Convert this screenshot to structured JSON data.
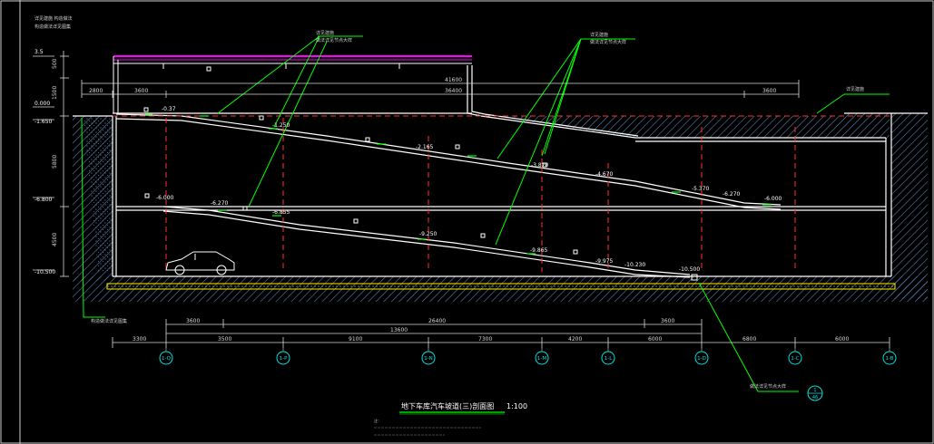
{
  "drawing": {
    "title": "地下车库汽车坡道(三)剖面图",
    "scale": "1:100",
    "detail_ref": {
      "top": "1",
      "bottom": "46"
    }
  },
  "elevations": {
    "left": [
      "3.5",
      "0.000",
      "-1.650",
      "-6.800",
      "-10.500"
    ],
    "ramp": [
      "-0.37",
      "-1.250",
      "-2.165",
      "-3.820",
      "-4.670",
      "-5.370",
      "-6.000",
      "-6.000",
      "-6.270",
      "-6.855",
      "-9.250",
      "-9.865",
      "-9.975",
      "-10.230",
      "-10.500",
      "-6.270"
    ]
  },
  "vertical_dims": [
    "500",
    "1500",
    "5800",
    "4500"
  ],
  "top_dims": {
    "d1": "2800",
    "d2": "3600",
    "d3": "36400",
    "d4": "3600",
    "total": "41600"
  },
  "bottom_dims": {
    "row1": [
      "3600",
      "26400",
      "3600"
    ],
    "row2": "13600",
    "segments": [
      "3300",
      "3500",
      "9100",
      "7300",
      "4200",
      "6000",
      "6800",
      "6000"
    ]
  },
  "axes": [
    "1-Q",
    "1-P",
    "1-N",
    "1-M",
    "1-L",
    "1-D",
    "1-C",
    "1-B"
  ],
  "annotations": [
    "剖面图",
    "构造做法详见图集",
    "详见建施",
    "做法详见节点大样"
  ],
  "colors": {
    "background": "#000000",
    "structure": "#ffffff",
    "leader": "#00ff00",
    "axis": "#ff3030",
    "roof": "#ff00ff",
    "hatch": "#5b7fb0",
    "slab": "#ffee00",
    "dim": "#d8d8d8",
    "bubble": "#00e0e0"
  }
}
